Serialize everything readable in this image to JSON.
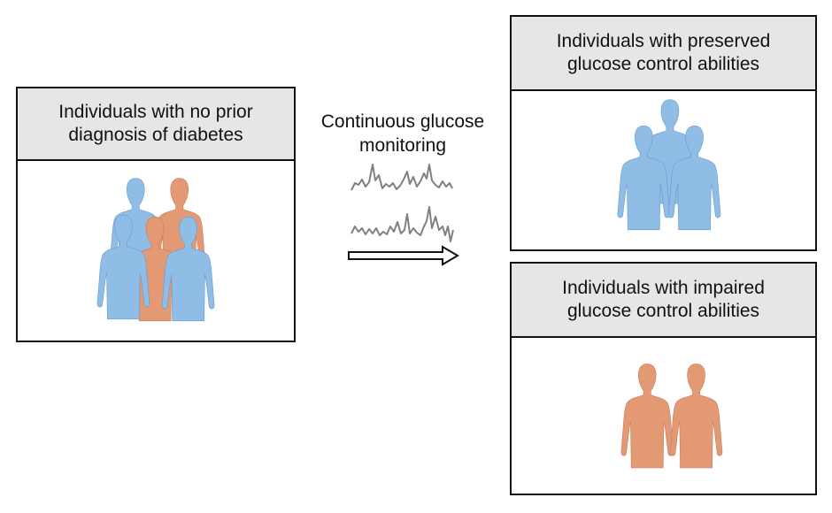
{
  "left_panel": {
    "title": "Individuals with no prior\ndiagnosis of diabetes"
  },
  "process": {
    "label": "Continuous glucose\nmonitoring"
  },
  "top_right_panel": {
    "title": "Individuals with preserved\nglucose control abilities"
  },
  "bottom_right_panel": {
    "title": "Individuals with impaired\nglucose control abilities"
  },
  "colors": {
    "preserved": "#8fbde6",
    "impaired": "#e39a74",
    "trace": "#808080",
    "header_bg": "#e6e6e6"
  }
}
